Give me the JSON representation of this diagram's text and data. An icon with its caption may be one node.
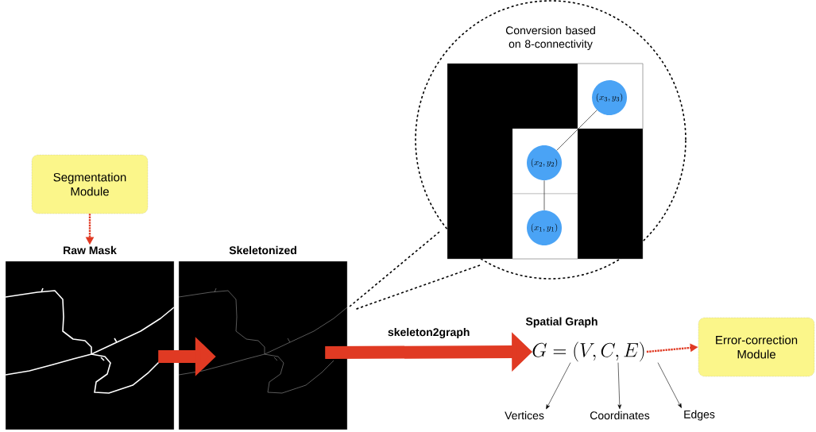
{
  "diagram": {
    "nodes": [
      {
        "text": [
          "Segmentation Module"
        ]
      },
      {
        "text": [
          "Raw Mask"
        ]
      },
      {
        "text": [
          "Skeletonized"
        ]
      },
      {
        "text": [
          "Conversion based on 8-connectivity"
        ]
      },
      {
        "text": [
          "(x_3, y_3)"
        ],
        "in": 3
      },
      {
        "text": [
          "(x_2, y_2)"
        ],
        "in": 3
      },
      {
        "text": [
          "(x_1, y_1)"
        ],
        "in": 3
      },
      {
        "text": [
          "Spatial Graph",
          "G = (V, C, E)"
        ]
      },
      {
        "text": [
          "Error-correction Module"
        ]
      },
      {
        "text": [
          "Vertices"
        ]
      },
      {
        "text": [
          "Coordinates"
        ]
      },
      {
        "text": [
          "Edges"
        ]
      }
    ],
    "edges": [
      {
        "from": 0,
        "to": 1,
        "arrow": "to",
        "style": "dashed",
        "color": "#e03a23"
      },
      {
        "from": 1,
        "to": 2,
        "arrow": "to",
        "style": "thick",
        "color": "#e03a23"
      },
      {
        "from": 2,
        "to": 7,
        "arrow": "to",
        "style": "thick",
        "color": "#e03a23",
        "label": "skeleton2graph"
      },
      {
        "from": 7,
        "to": 8,
        "arrow": "to",
        "style": "dashed",
        "color": "#e03a23"
      },
      {
        "from": 7,
        "to": 9,
        "arrow": "to"
      },
      {
        "from": 7,
        "to": 10,
        "arrow": "to"
      },
      {
        "from": 7,
        "to": 11,
        "arrow": "to"
      },
      {
        "from": 4,
        "to": 5,
        "arrow": "none"
      },
      {
        "from": 5,
        "to": 6,
        "arrow": "none"
      }
    ]
  }
}
